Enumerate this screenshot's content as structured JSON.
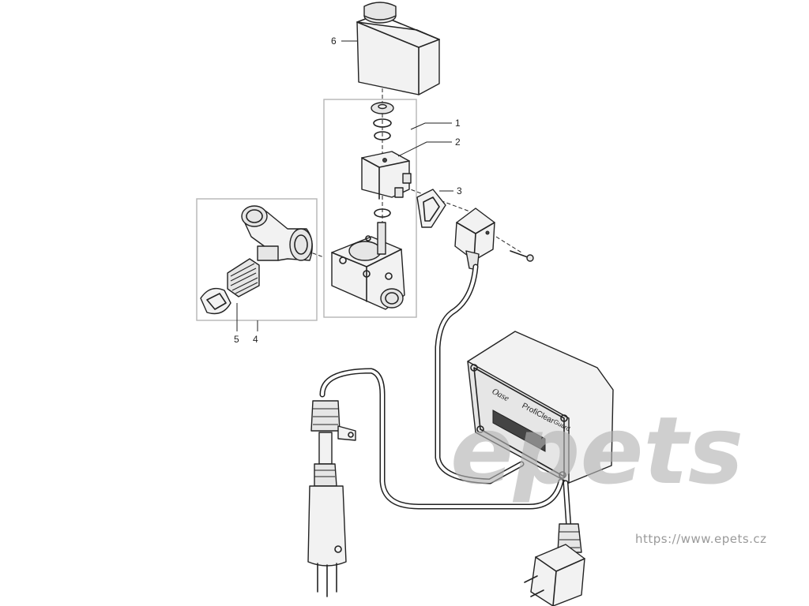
{
  "callouts": [
    {
      "id": "1",
      "label": "1"
    },
    {
      "id": "2",
      "label": "2"
    },
    {
      "id": "3",
      "label": "3"
    },
    {
      "id": "4",
      "label": "4"
    },
    {
      "id": "5",
      "label": "5"
    },
    {
      "id": "6",
      "label": "6"
    }
  ],
  "device": {
    "brand": "Oase",
    "model_label": "ProfiClear",
    "model_suffix": "Guard"
  },
  "watermark": {
    "text": "epets",
    "url": "https://www.epets.cz"
  },
  "colors": {
    "line": "#222222",
    "part_fill": "#e6e6e6",
    "group_box": "#b5b5b5",
    "watermark": "#b3b3b3"
  }
}
